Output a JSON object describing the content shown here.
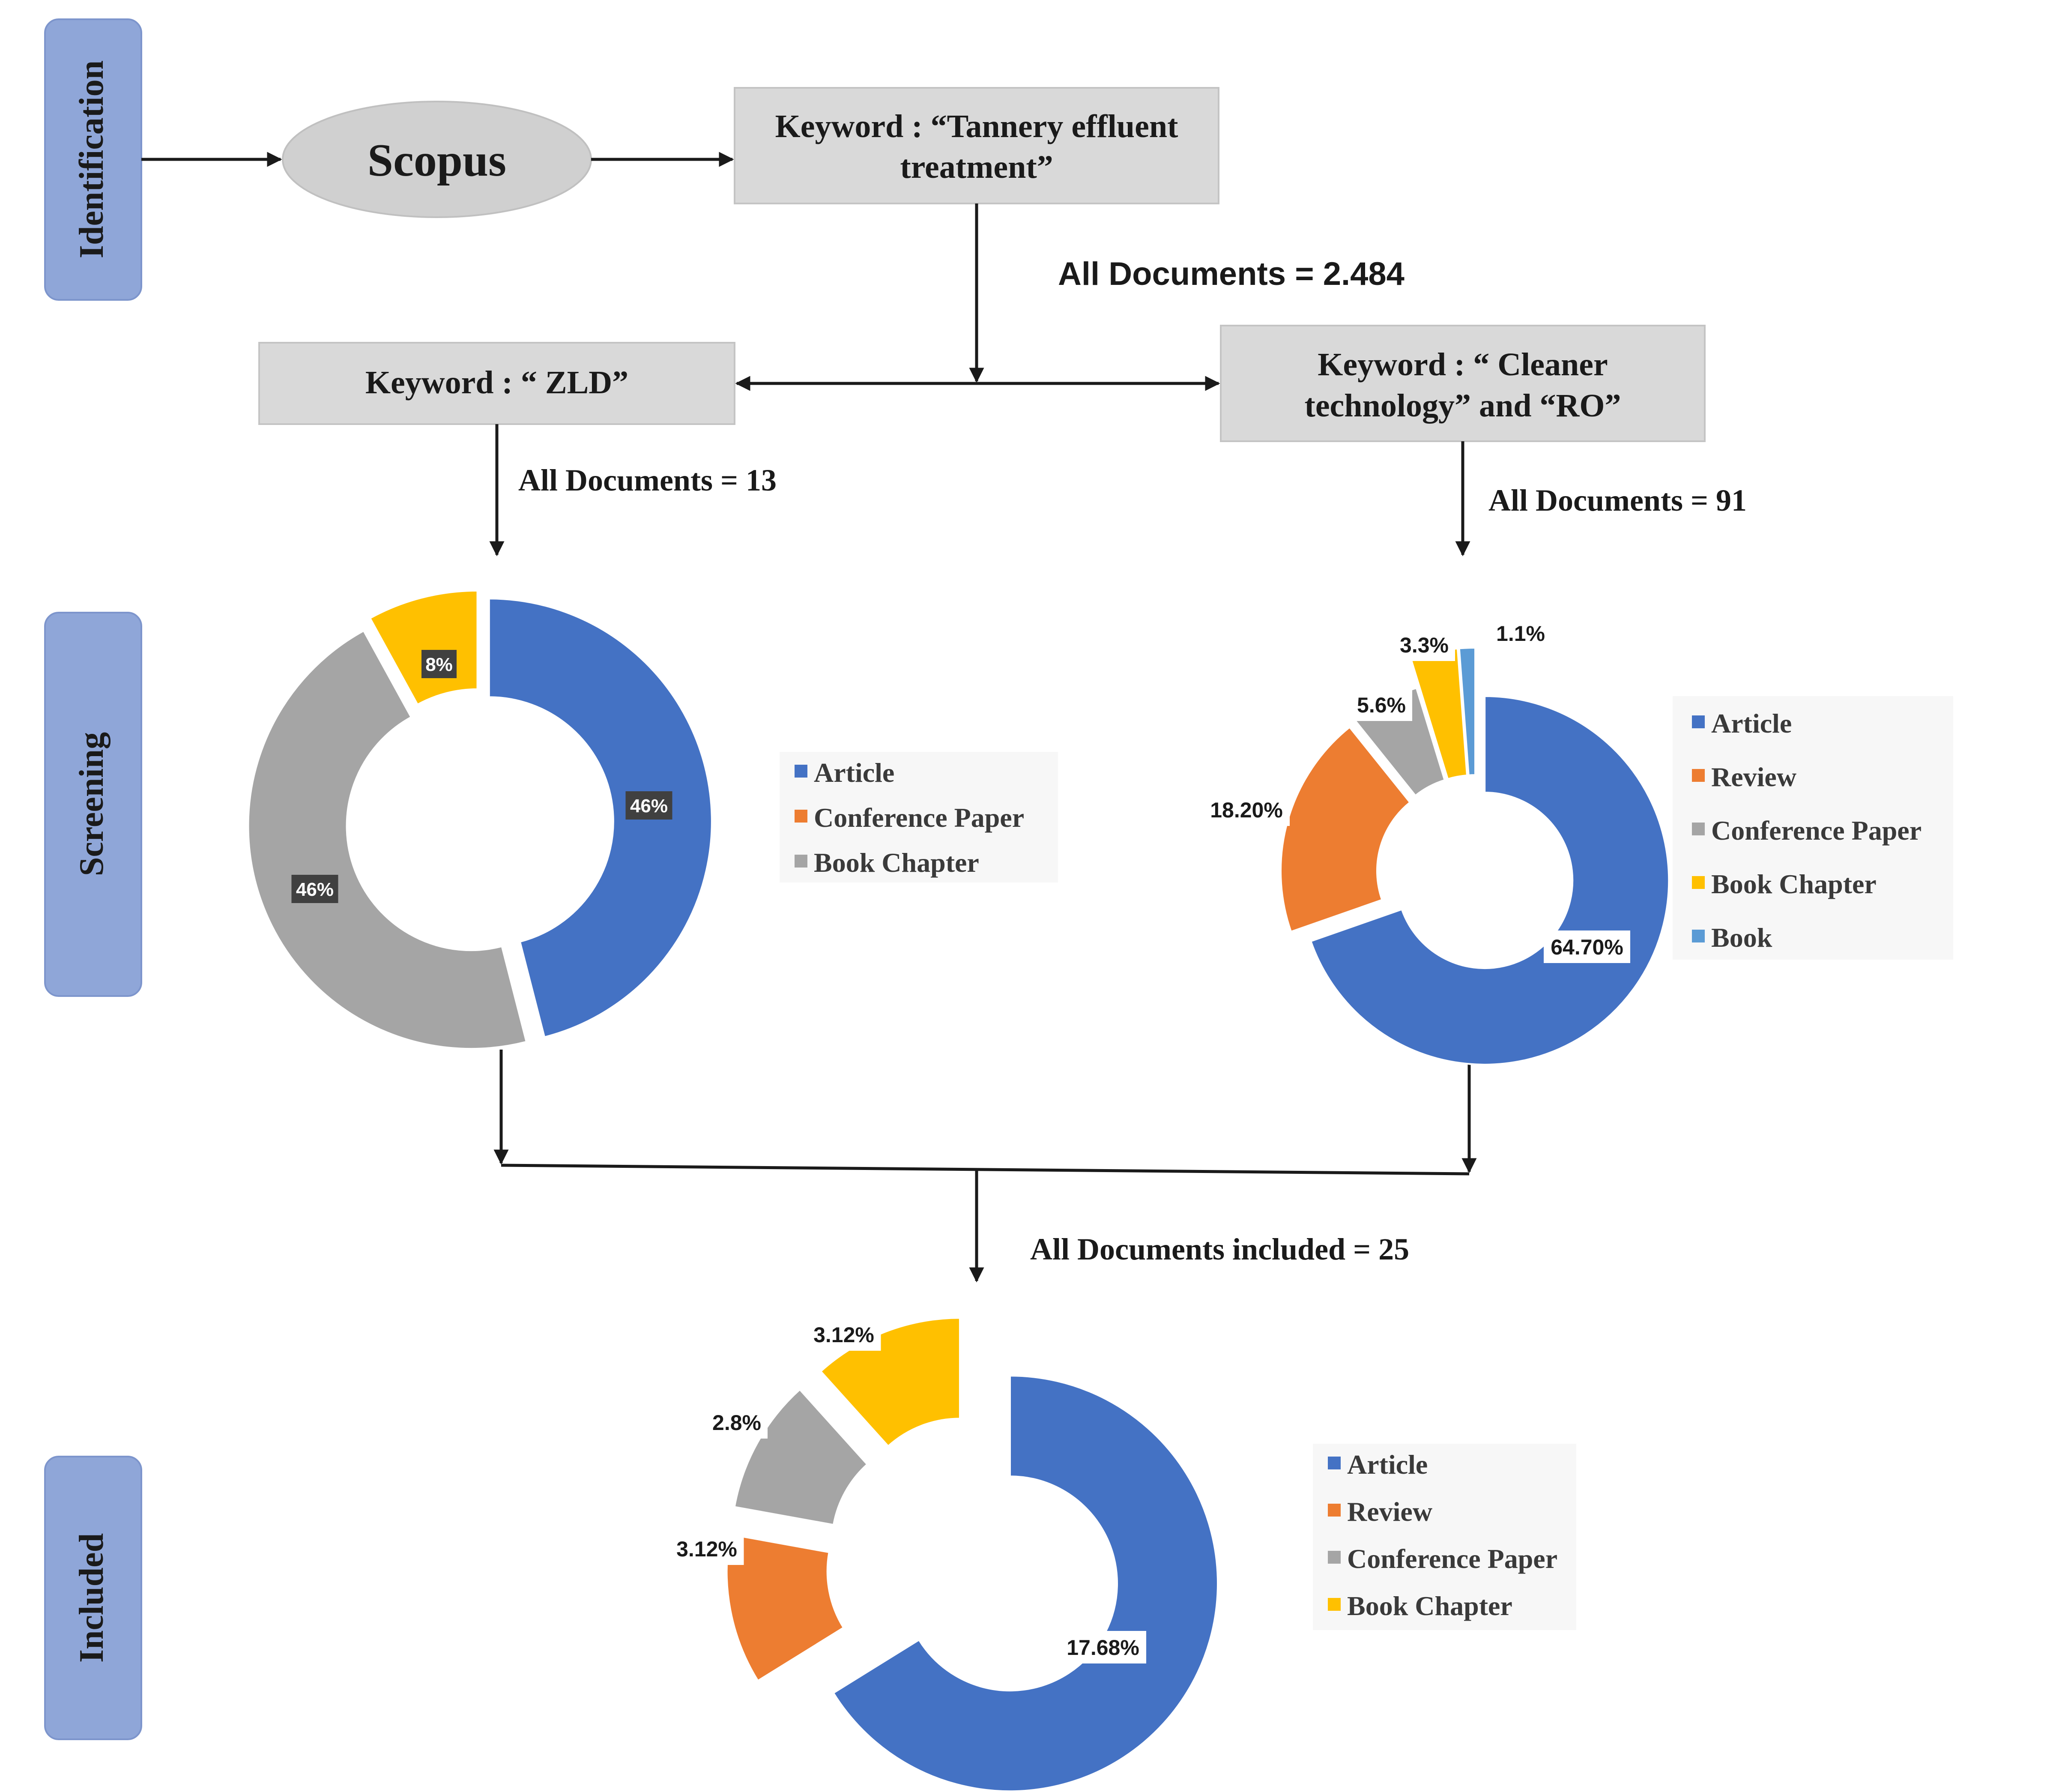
{
  "stages": {
    "identification": "Identification",
    "screening": "Screening",
    "included": "Included"
  },
  "source": {
    "label": "Scopus"
  },
  "keywords": {
    "main_line1": "Keyword : “Tannery effluent",
    "main_line2": "treatment”",
    "zld": "Keyword : “ ZLD”",
    "cleaner_line1": "Keyword : “ Cleaner",
    "cleaner_line2": "technology” and “RO”"
  },
  "counts": {
    "all_documents": "All Documents = 2.484",
    "zld_documents": "All Documents = 13",
    "cleaner_documents": "All Documents = 91",
    "included_documents": "All Documents included = 25"
  },
  "colors": {
    "article": "#4472c4",
    "review": "#ed7d31",
    "conference_paper": "#a5a5a5",
    "book_chapter": "#ffc000",
    "book": "#5b9bd5",
    "stage": "#8fa6d8",
    "keyword_box": "#d9d9d9"
  },
  "chart_data": [
    {
      "type": "pie",
      "style": "donut-exploded",
      "categories": [
        "Article",
        "Conference Paper",
        "Book Chapter"
      ],
      "values": [
        46,
        46,
        8
      ],
      "labels": [
        "46%",
        "46%",
        "8%"
      ],
      "legend": [
        "Article",
        "Conference Paper",
        "Book Chapter"
      ],
      "legend_position": "right"
    },
    {
      "type": "pie",
      "style": "donut-exploded",
      "categories": [
        "Article",
        "Review",
        "Conference Paper",
        "Book Chapter",
        "Book"
      ],
      "values": [
        64.7,
        18.2,
        5.6,
        3.3,
        1.1
      ],
      "labels": [
        "64.70%",
        "18.20%",
        "5.6%",
        "3.3%",
        "1.1%"
      ],
      "legend": [
        "Article",
        "Review",
        "Conference Paper",
        "Book Chapter",
        "Book"
      ],
      "legend_position": "right"
    },
    {
      "type": "pie",
      "style": "donut-exploded",
      "categories": [
        "Article",
        "Review",
        "Conference Paper",
        "Book Chapter"
      ],
      "values": [
        17.68,
        3.12,
        2.8,
        3.12
      ],
      "labels": [
        "17.68%",
        "3.12%",
        "2.8%",
        "3.12%"
      ],
      "legend": [
        "Article",
        "Review",
        "Conference Paper",
        "Book Chapter"
      ],
      "legend_position": "right"
    }
  ]
}
